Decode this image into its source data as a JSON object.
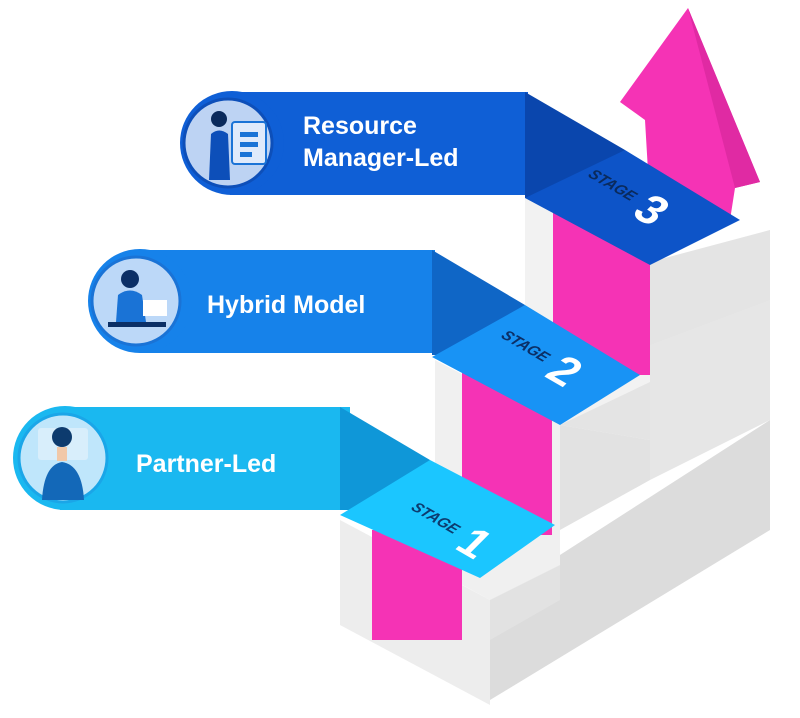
{
  "stages": [
    {
      "id": "stage-1",
      "title_lines": [
        "Partner-Led"
      ],
      "stage_word": "STAGE",
      "stage_number": "1",
      "icon": "person-thinking-icon",
      "colors": {
        "band": "#1ab8f0",
        "band_dark": "#0f97d8",
        "tread": "#1bc6ff",
        "circle": "#bfe6fb",
        "circle_ring": "#1aa6e8",
        "stage_text": "#0d3b6e",
        "number": "#ffffff"
      }
    },
    {
      "id": "stage-2",
      "title_lines": [
        "Hybrid Model"
      ],
      "stage_word": "STAGE",
      "stage_number": "2",
      "icon": "person-at-laptop-icon",
      "colors": {
        "band": "#1682ea",
        "band_dark": "#0f66c6",
        "tread": "#1893f5",
        "circle": "#bcd8f8",
        "circle_ring": "#1a73d6",
        "stage_text": "#0b2f66",
        "number": "#ffffff"
      }
    },
    {
      "id": "stage-3",
      "title_lines": [
        "Resource",
        "Manager-Led"
      ],
      "stage_word": "STAGE",
      "stage_number": "3",
      "icon": "person-presenting-icon",
      "colors": {
        "band": "#0f5fd6",
        "band_dark": "#0a46ad",
        "tread": "#0d54c8",
        "circle": "#bdd3f3",
        "circle_ring": "#0d4fb9",
        "stage_text": "#0a2a5c",
        "number": "#ffffff"
      }
    }
  ],
  "arrow": {
    "icon": "up-arrow-icon",
    "color": "#f533b5",
    "color_dark": "#e02aa3"
  },
  "stairs": {
    "face": "#eeeeee",
    "side": "#dcdcdc",
    "shadow": "#cfcfcf"
  }
}
